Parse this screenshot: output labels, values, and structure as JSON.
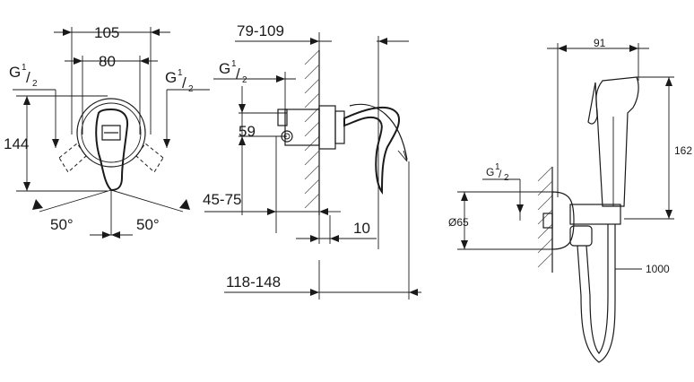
{
  "colors": {
    "line": "#1a1a1a",
    "background": "#ffffff"
  },
  "front_view": {
    "width_105": "105",
    "width_80": "80",
    "thread_left": "G",
    "thread_right": "G",
    "height_144": "144",
    "angle_left": "50°",
    "angle_right": "50°"
  },
  "side_view": {
    "depth_79_109": "79-109",
    "thread": "G",
    "height_59": "59",
    "depth_45_75": "45-75",
    "offset_10": "10",
    "depth_118_148": "118-148"
  },
  "hand_shower": {
    "width_91": "91",
    "height_162": "162",
    "thread": "G",
    "diameter_65": "Ø65",
    "hose_1000": "1000"
  },
  "fraction": {
    "num": "1",
    "den": "2"
  }
}
